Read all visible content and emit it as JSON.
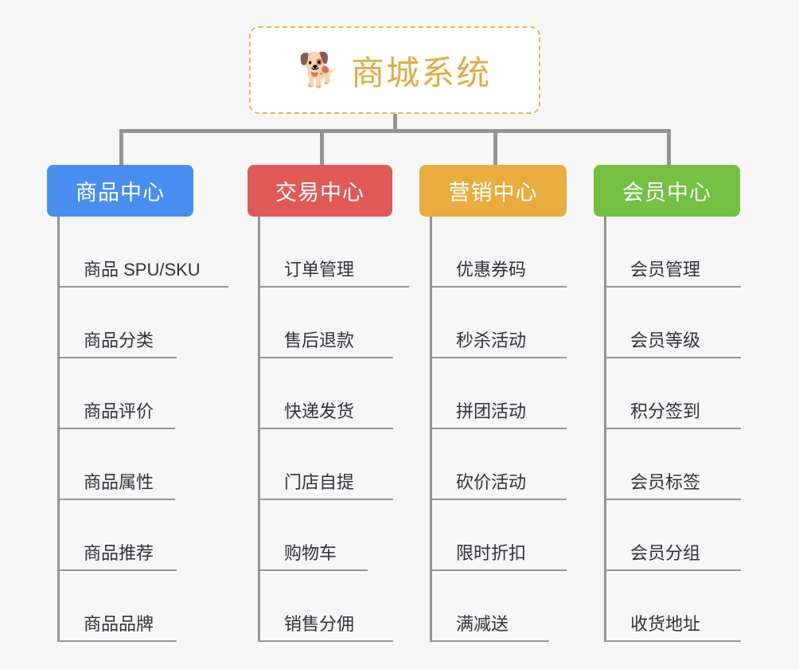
{
  "page": {
    "background_color": "#f7f7f7",
    "line_color": "#959595"
  },
  "root": {
    "title": "商城系统",
    "icon": "shiba-dog-emoji",
    "emoji": "🐕",
    "text_color": "#e0ab49",
    "border_color": "#edb44e",
    "background_color": "#ffffff"
  },
  "branches": [
    {
      "label": "商品中心",
      "color": "#4a8ef0",
      "items": [
        "商品 SPU/SKU",
        "商品分类",
        "商品评价",
        "商品属性",
        "商品推荐",
        "商品品牌"
      ]
    },
    {
      "label": "交易中心",
      "color": "#e05b57",
      "items": [
        "订单管理",
        "售后退款",
        "快递发货",
        "门店自提",
        "购物车",
        "销售分佣"
      ]
    },
    {
      "label": "营销中心",
      "color": "#e9ac3f",
      "items": [
        "优惠券码",
        "秒杀活动",
        "拼团活动",
        "砍价活动",
        "限时折扣",
        "满减送"
      ]
    },
    {
      "label": "会员中心",
      "color": "#74c043",
      "items": [
        "会员管理",
        "会员等级",
        "积分签到",
        "会员标签",
        "会员分组",
        "收货地址"
      ]
    }
  ]
}
